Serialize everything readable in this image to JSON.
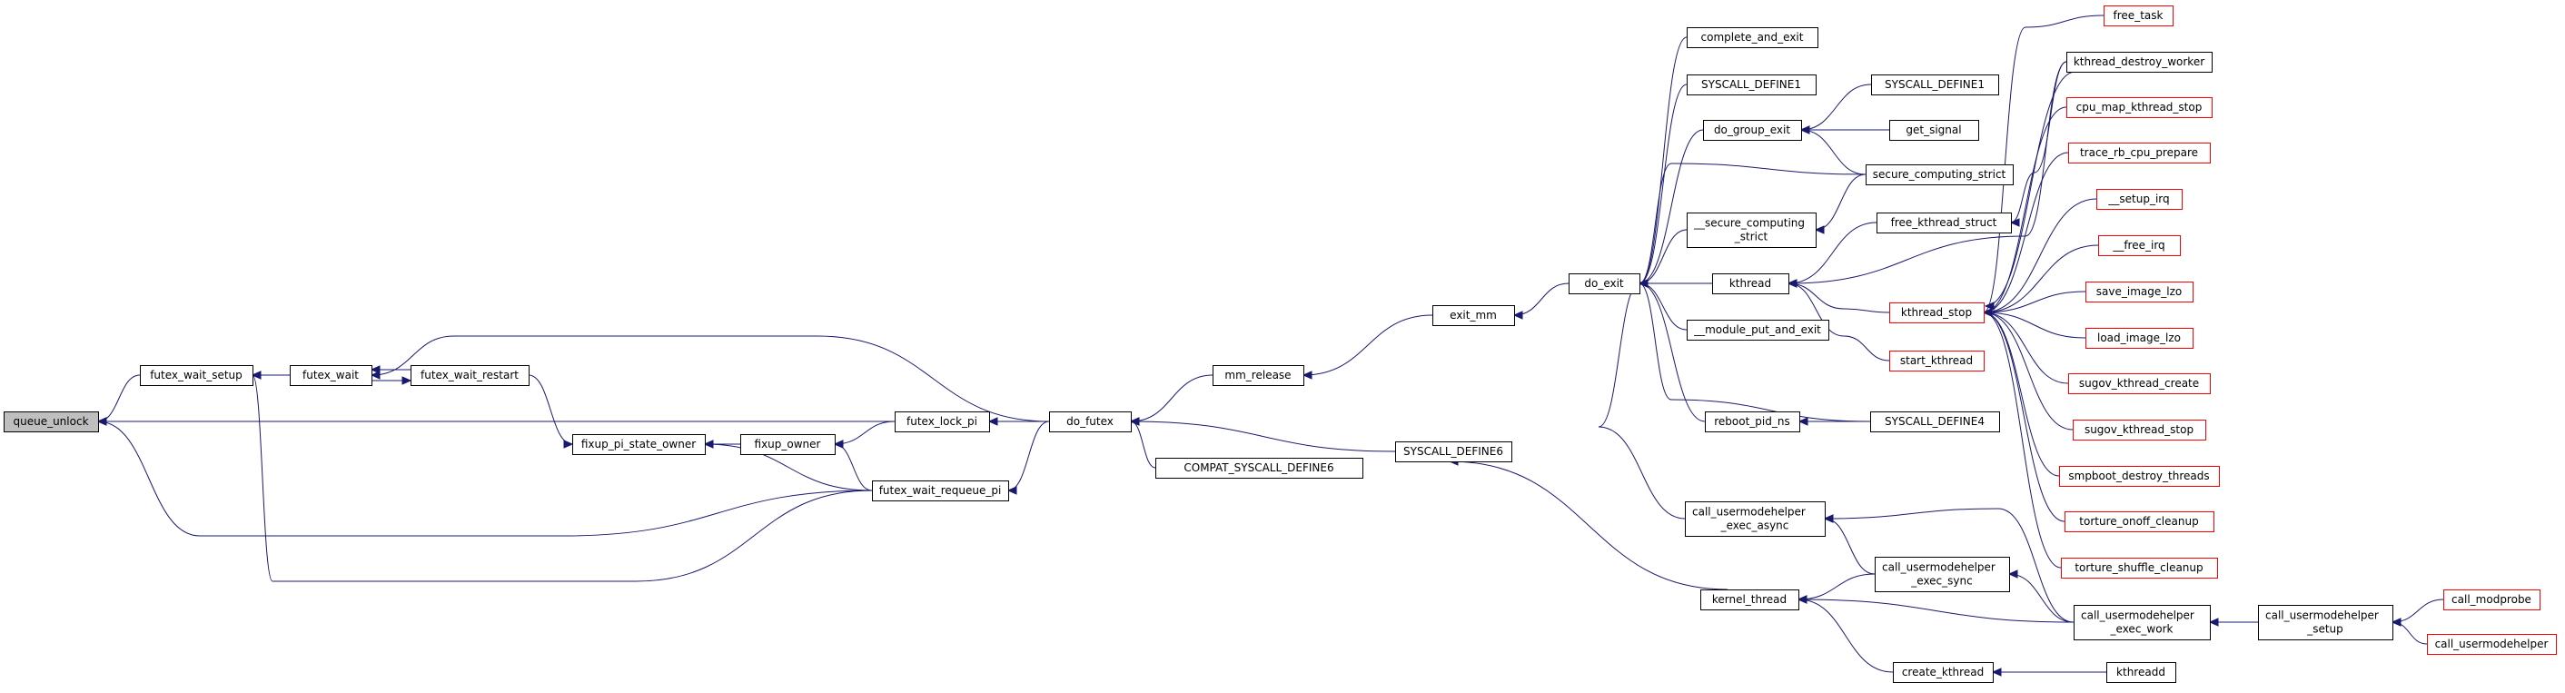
{
  "colors": {
    "edge": "#191970",
    "node_border": "#000000",
    "node_border_red": "#ff0000",
    "node_fill": "#ffffff",
    "root_fill": "#bfbfbf"
  },
  "nodes": [
    {
      "id": "queue_unlock",
      "lines": [
        "queue_unlock"
      ],
      "style": "highlight"
    },
    {
      "id": "futex_wait_setup",
      "lines": [
        "futex_wait_setup"
      ],
      "style": "normal"
    },
    {
      "id": "futex_wait",
      "lines": [
        "futex_wait"
      ],
      "style": "normal"
    },
    {
      "id": "futex_wait_restart",
      "lines": [
        "futex_wait_restart"
      ],
      "style": "normal"
    },
    {
      "id": "fixup_pi_state_owner",
      "lines": [
        "fixup_pi_state_owner"
      ],
      "style": "normal"
    },
    {
      "id": "fixup_owner",
      "lines": [
        "fixup_owner"
      ],
      "style": "normal"
    },
    {
      "id": "futex_lock_pi",
      "lines": [
        "futex_lock_pi"
      ],
      "style": "normal"
    },
    {
      "id": "futex_wait_requeue_pi",
      "lines": [
        "futex_wait_requeue_pi"
      ],
      "style": "normal"
    },
    {
      "id": "do_futex",
      "lines": [
        "do_futex"
      ],
      "style": "normal"
    },
    {
      "id": "mm_release",
      "lines": [
        "mm_release"
      ],
      "style": "normal"
    },
    {
      "id": "compat_syscall_define6",
      "lines": [
        "COMPAT_SYSCALL_DEFINE6"
      ],
      "style": "normal"
    },
    {
      "id": "syscall_define6",
      "lines": [
        "SYSCALL_DEFINE6"
      ],
      "style": "normal"
    },
    {
      "id": "exit_mm",
      "lines": [
        "exit_mm"
      ],
      "style": "normal"
    },
    {
      "id": "do_exit",
      "lines": [
        "do_exit"
      ],
      "style": "normal"
    },
    {
      "id": "complete_and_exit",
      "lines": [
        "complete_and_exit"
      ],
      "style": "normal"
    },
    {
      "id": "syscall_define1_a",
      "lines": [
        "SYSCALL_DEFINE1"
      ],
      "style": "normal"
    },
    {
      "id": "do_group_exit",
      "lines": [
        "do_group_exit"
      ],
      "style": "normal"
    },
    {
      "id": "syscall_define1_b",
      "lines": [
        "SYSCALL_DEFINE1"
      ],
      "style": "normal"
    },
    {
      "id": "get_signal",
      "lines": [
        "get_signal"
      ],
      "style": "normal"
    },
    {
      "id": "secure_computing_strict",
      "lines": [
        "secure_computing_strict"
      ],
      "style": "normal"
    },
    {
      "id": "__secure_computing_strict",
      "lines": [
        "__secure_computing",
        "_strict"
      ],
      "style": "normal"
    },
    {
      "id": "free_kthread_struct",
      "lines": [
        "free_kthread_struct"
      ],
      "style": "normal"
    },
    {
      "id": "kthread",
      "lines": [
        "kthread"
      ],
      "style": "normal"
    },
    {
      "id": "kthread_stop",
      "lines": [
        "kthread_stop"
      ],
      "style": "red"
    },
    {
      "id": "__module_put_and_exit",
      "lines": [
        "__module_put_and_exit"
      ],
      "style": "normal"
    },
    {
      "id": "start_kthread",
      "lines": [
        "start_kthread"
      ],
      "style": "red"
    },
    {
      "id": "reboot_pid_ns",
      "lines": [
        "reboot_pid_ns"
      ],
      "style": "normal"
    },
    {
      "id": "syscall_define4",
      "lines": [
        "SYSCALL_DEFINE4"
      ],
      "style": "normal"
    },
    {
      "id": "call_usermodehelper_exec_async",
      "lines": [
        "call_usermodehelper",
        "_exec_async"
      ],
      "style": "normal"
    },
    {
      "id": "call_usermodehelper_exec_sync",
      "lines": [
        "call_usermodehelper",
        "_exec_sync"
      ],
      "style": "normal"
    },
    {
      "id": "kernel_thread",
      "lines": [
        "kernel_thread"
      ],
      "style": "normal"
    },
    {
      "id": "call_usermodehelper_exec_work",
      "lines": [
        "call_usermodehelper",
        "_exec_work"
      ],
      "style": "normal"
    },
    {
      "id": "call_usermodehelper_setup",
      "lines": [
        "call_usermodehelper",
        "_setup"
      ],
      "style": "normal"
    },
    {
      "id": "call_modprobe",
      "lines": [
        "call_modprobe"
      ],
      "style": "red"
    },
    {
      "id": "call_usermodehelper",
      "lines": [
        "call_usermodehelper"
      ],
      "style": "red"
    },
    {
      "id": "create_kthread",
      "lines": [
        "create_kthread"
      ],
      "style": "normal"
    },
    {
      "id": "kthreadd",
      "lines": [
        "kthreadd"
      ],
      "style": "normal"
    },
    {
      "id": "free_task",
      "lines": [
        "free_task"
      ],
      "style": "red"
    },
    {
      "id": "kthread_destroy_worker",
      "lines": [
        "kthread_destroy_worker"
      ],
      "style": "normal"
    },
    {
      "id": "cpu_map_kthread_stop",
      "lines": [
        "cpu_map_kthread_stop"
      ],
      "style": "red"
    },
    {
      "id": "trace_rb_cpu_prepare",
      "lines": [
        "trace_rb_cpu_prepare"
      ],
      "style": "red"
    },
    {
      "id": "__setup_irq",
      "lines": [
        "__setup_irq"
      ],
      "style": "red"
    },
    {
      "id": "__free_irq",
      "lines": [
        "__free_irq"
      ],
      "style": "red"
    },
    {
      "id": "save_image_lzo",
      "lines": [
        "save_image_lzo"
      ],
      "style": "red"
    },
    {
      "id": "load_image_lzo",
      "lines": [
        "load_image_lzo"
      ],
      "style": "red"
    },
    {
      "id": "sugov_kthread_create",
      "lines": [
        "sugov_kthread_create"
      ],
      "style": "red"
    },
    {
      "id": "sugov_kthread_stop",
      "lines": [
        "sugov_kthread_stop"
      ],
      "style": "red"
    },
    {
      "id": "smpboot_destroy_threads",
      "lines": [
        "smpboot_destroy_threads"
      ],
      "style": "red"
    },
    {
      "id": "torture_onoff_cleanup",
      "lines": [
        "torture_onoff_cleanup"
      ],
      "style": "red"
    },
    {
      "id": "torture_shuffle_cleanup",
      "lines": [
        "torture_shuffle_cleanup"
      ],
      "style": "red"
    }
  ],
  "edges": [
    {
      "from": "futex_wait_setup",
      "to": "queue_unlock"
    },
    {
      "from": "futex_lock_pi",
      "to": "queue_unlock"
    },
    {
      "from": "futex_wait_requeue_pi",
      "to": "queue_unlock"
    },
    {
      "from": "futex_wait",
      "to": "futex_wait_setup"
    },
    {
      "from": "futex_wait_requeue_pi",
      "to": "futex_wait_setup"
    },
    {
      "from": "futex_wait_restart",
      "to": "futex_wait"
    },
    {
      "from": "do_futex",
      "to": "futex_wait"
    },
    {
      "from": "futex_wait",
      "to": "futex_wait_restart"
    },
    {
      "from": "futex_wait_restart",
      "to": "fixup_pi_state_owner"
    },
    {
      "from": "fixup_owner",
      "to": "fixup_pi_state_owner"
    },
    {
      "from": "futex_wait_requeue_pi",
      "to": "fixup_pi_state_owner"
    },
    {
      "from": "futex_lock_pi",
      "to": "fixup_owner"
    },
    {
      "from": "futex_wait_requeue_pi",
      "to": "fixup_owner"
    },
    {
      "from": "do_futex",
      "to": "futex_lock_pi"
    },
    {
      "from": "do_futex",
      "to": "futex_wait_requeue_pi"
    },
    {
      "from": "mm_release",
      "to": "do_futex"
    },
    {
      "from": "compat_syscall_define6",
      "to": "do_futex"
    },
    {
      "from": "syscall_define6",
      "to": "do_futex"
    },
    {
      "from": "exit_mm",
      "to": "mm_release"
    },
    {
      "from": "do_exit",
      "to": "exit_mm"
    },
    {
      "from": "kernel_thread",
      "to": "syscall_define6"
    },
    {
      "from": "complete_and_exit",
      "to": "do_exit"
    },
    {
      "from": "syscall_define1_a",
      "to": "do_exit"
    },
    {
      "from": "do_group_exit",
      "to": "do_exit"
    },
    {
      "from": "secure_computing_strict",
      "to": "do_exit"
    },
    {
      "from": "__secure_computing_strict",
      "to": "do_exit"
    },
    {
      "from": "kthread",
      "to": "do_exit"
    },
    {
      "from": "__module_put_and_exit",
      "to": "do_exit"
    },
    {
      "from": "reboot_pid_ns",
      "to": "do_exit"
    },
    {
      "from": "syscall_define4",
      "to": "do_exit"
    },
    {
      "from": "call_usermodehelper_exec_async",
      "to": "do_exit"
    },
    {
      "from": "syscall_define1_b",
      "to": "do_group_exit"
    },
    {
      "from": "get_signal",
      "to": "do_group_exit"
    },
    {
      "from": "secure_computing_strict",
      "to": "do_group_exit"
    },
    {
      "from": "secure_computing_strict",
      "to": "__secure_computing_strict"
    },
    {
      "from": "free_kthread_struct",
      "to": "kthread"
    },
    {
      "from": "kthread_stop",
      "to": "kthread"
    },
    {
      "from": "start_kthread",
      "to": "kthread"
    },
    {
      "from": "kthread_destroy_worker",
      "to": "kthread"
    },
    {
      "from": "kthread_destroy_worker",
      "to": "free_kthread_struct"
    },
    {
      "from": "syscall_define4",
      "to": "reboot_pid_ns"
    },
    {
      "from": "call_usermodehelper_exec_sync",
      "to": "call_usermodehelper_exec_async"
    },
    {
      "from": "call_usermodehelper_exec_work",
      "to": "call_usermodehelper_exec_async"
    },
    {
      "from": "call_usermodehelper_exec_sync",
      "to": "kernel_thread"
    },
    {
      "from": "call_usermodehelper_exec_work",
      "to": "kernel_thread"
    },
    {
      "from": "create_kthread",
      "to": "kernel_thread"
    },
    {
      "from": "call_usermodehelper_exec_work",
      "to": "call_usermodehelper_exec_sync"
    },
    {
      "from": "call_usermodehelper_setup",
      "to": "call_usermodehelper_exec_work"
    },
    {
      "from": "call_modprobe",
      "to": "call_usermodehelper_setup"
    },
    {
      "from": "call_usermodehelper",
      "to": "call_usermodehelper_setup"
    },
    {
      "from": "kthreadd",
      "to": "create_kthread"
    },
    {
      "from": "free_task",
      "to": "kthread_stop"
    },
    {
      "from": "kthread_destroy_worker",
      "to": "kthread_stop"
    },
    {
      "from": "cpu_map_kthread_stop",
      "to": "kthread_stop"
    },
    {
      "from": "trace_rb_cpu_prepare",
      "to": "kthread_stop"
    },
    {
      "from": "__setup_irq",
      "to": "kthread_stop"
    },
    {
      "from": "__free_irq",
      "to": "kthread_stop"
    },
    {
      "from": "save_image_lzo",
      "to": "kthread_stop"
    },
    {
      "from": "load_image_lzo",
      "to": "kthread_stop"
    },
    {
      "from": "sugov_kthread_create",
      "to": "kthread_stop"
    },
    {
      "from": "sugov_kthread_stop",
      "to": "kthread_stop"
    },
    {
      "from": "smpboot_destroy_threads",
      "to": "kthread_stop"
    },
    {
      "from": "torture_onoff_cleanup",
      "to": "kthread_stop"
    },
    {
      "from": "torture_shuffle_cleanup",
      "to": "kthread_stop"
    }
  ]
}
